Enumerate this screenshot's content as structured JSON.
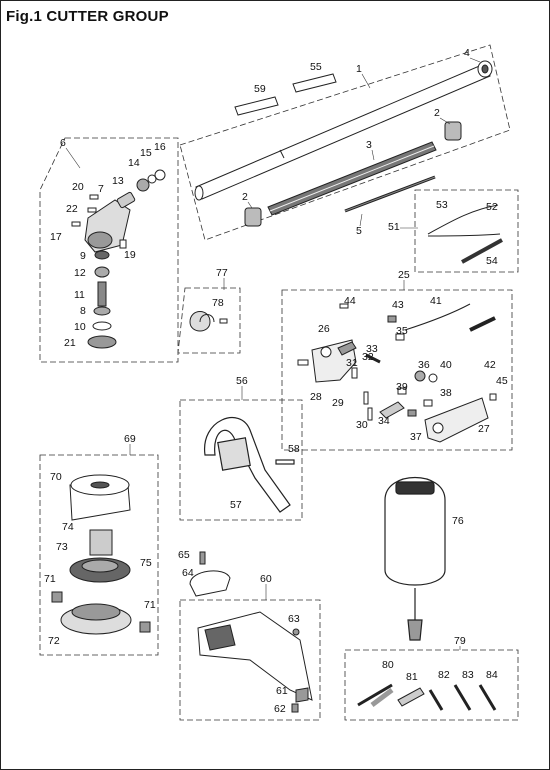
{
  "title": "Fig.1  CUTTER GROUP",
  "part_numbers": [
    "1",
    "2",
    "2",
    "3",
    "4",
    "5",
    "6",
    "7",
    "8",
    "9",
    "10",
    "11",
    "12",
    "13",
    "14",
    "15",
    "16",
    "17",
    "19",
    "20",
    "21",
    "22",
    "25",
    "26",
    "27",
    "28",
    "29",
    "30",
    "31",
    "32",
    "33",
    "34",
    "35",
    "36",
    "37",
    "38",
    "39",
    "40",
    "41",
    "42",
    "43",
    "44",
    "45",
    "51",
    "52",
    "53",
    "54",
    "55",
    "56",
    "57",
    "58",
    "59",
    "60",
    "61",
    "62",
    "63",
    "64",
    "65",
    "69",
    "70",
    "71",
    "71",
    "72",
    "73",
    "74",
    "75",
    "76",
    "77",
    "78",
    "79",
    "80",
    "81",
    "82",
    "83",
    "84"
  ]
}
